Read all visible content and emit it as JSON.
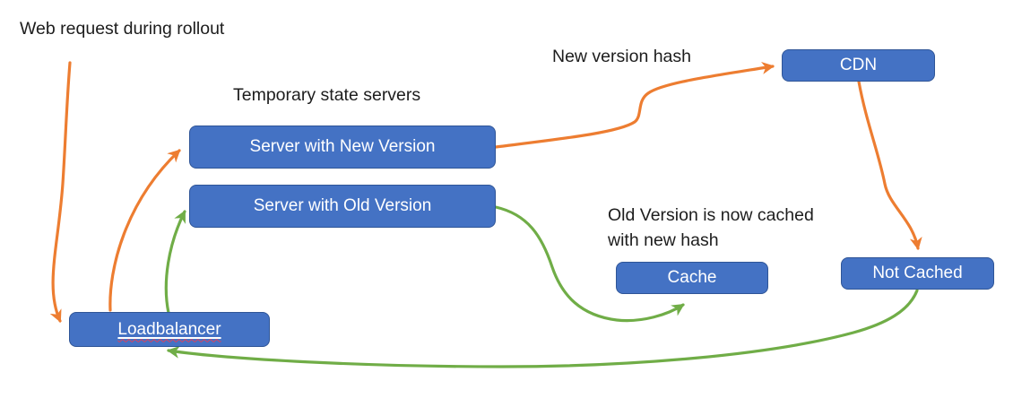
{
  "diagram": {
    "title": "Web request during rollout",
    "labels": {
      "web_request": "Web request during rollout",
      "temp_servers": "Temporary state servers",
      "new_version_hash": "New version hash",
      "old_cached_line1": "Old Version is now cached",
      "old_cached_line2": "with new hash"
    },
    "nodes": {
      "server_new": {
        "label": "Server with New Version"
      },
      "server_old": {
        "label": "Server with Old Version"
      },
      "cdn": {
        "label": "CDN"
      },
      "cache": {
        "label": "Cache"
      },
      "not_cached": {
        "label": "Not Cached"
      },
      "loadbalancer": {
        "label": "Loadbalancer"
      }
    },
    "edges": [
      {
        "from": "web-request",
        "to": "loadbalancer",
        "color": "orange"
      },
      {
        "from": "loadbalancer",
        "to": "server_new",
        "color": "orange"
      },
      {
        "from": "loadbalancer",
        "to": "server_old",
        "color": "green"
      },
      {
        "from": "server_new",
        "to": "cdn",
        "color": "orange"
      },
      {
        "from": "cdn",
        "to": "not_cached",
        "color": "orange"
      },
      {
        "from": "server_old",
        "to": "cache",
        "color": "green"
      },
      {
        "from": "not_cached",
        "to": "loadbalancer",
        "color": "green"
      }
    ],
    "colors": {
      "page_bg": "#ffffff",
      "node_fill": "#4472C4",
      "node_border": "#2F5597",
      "node_text": "#ffffff",
      "arrow_orange": "#ED7D31",
      "arrow_green": "#70AD47",
      "label_text": "#1d1d1d",
      "spellcheck_red": "#e0405a"
    }
  }
}
